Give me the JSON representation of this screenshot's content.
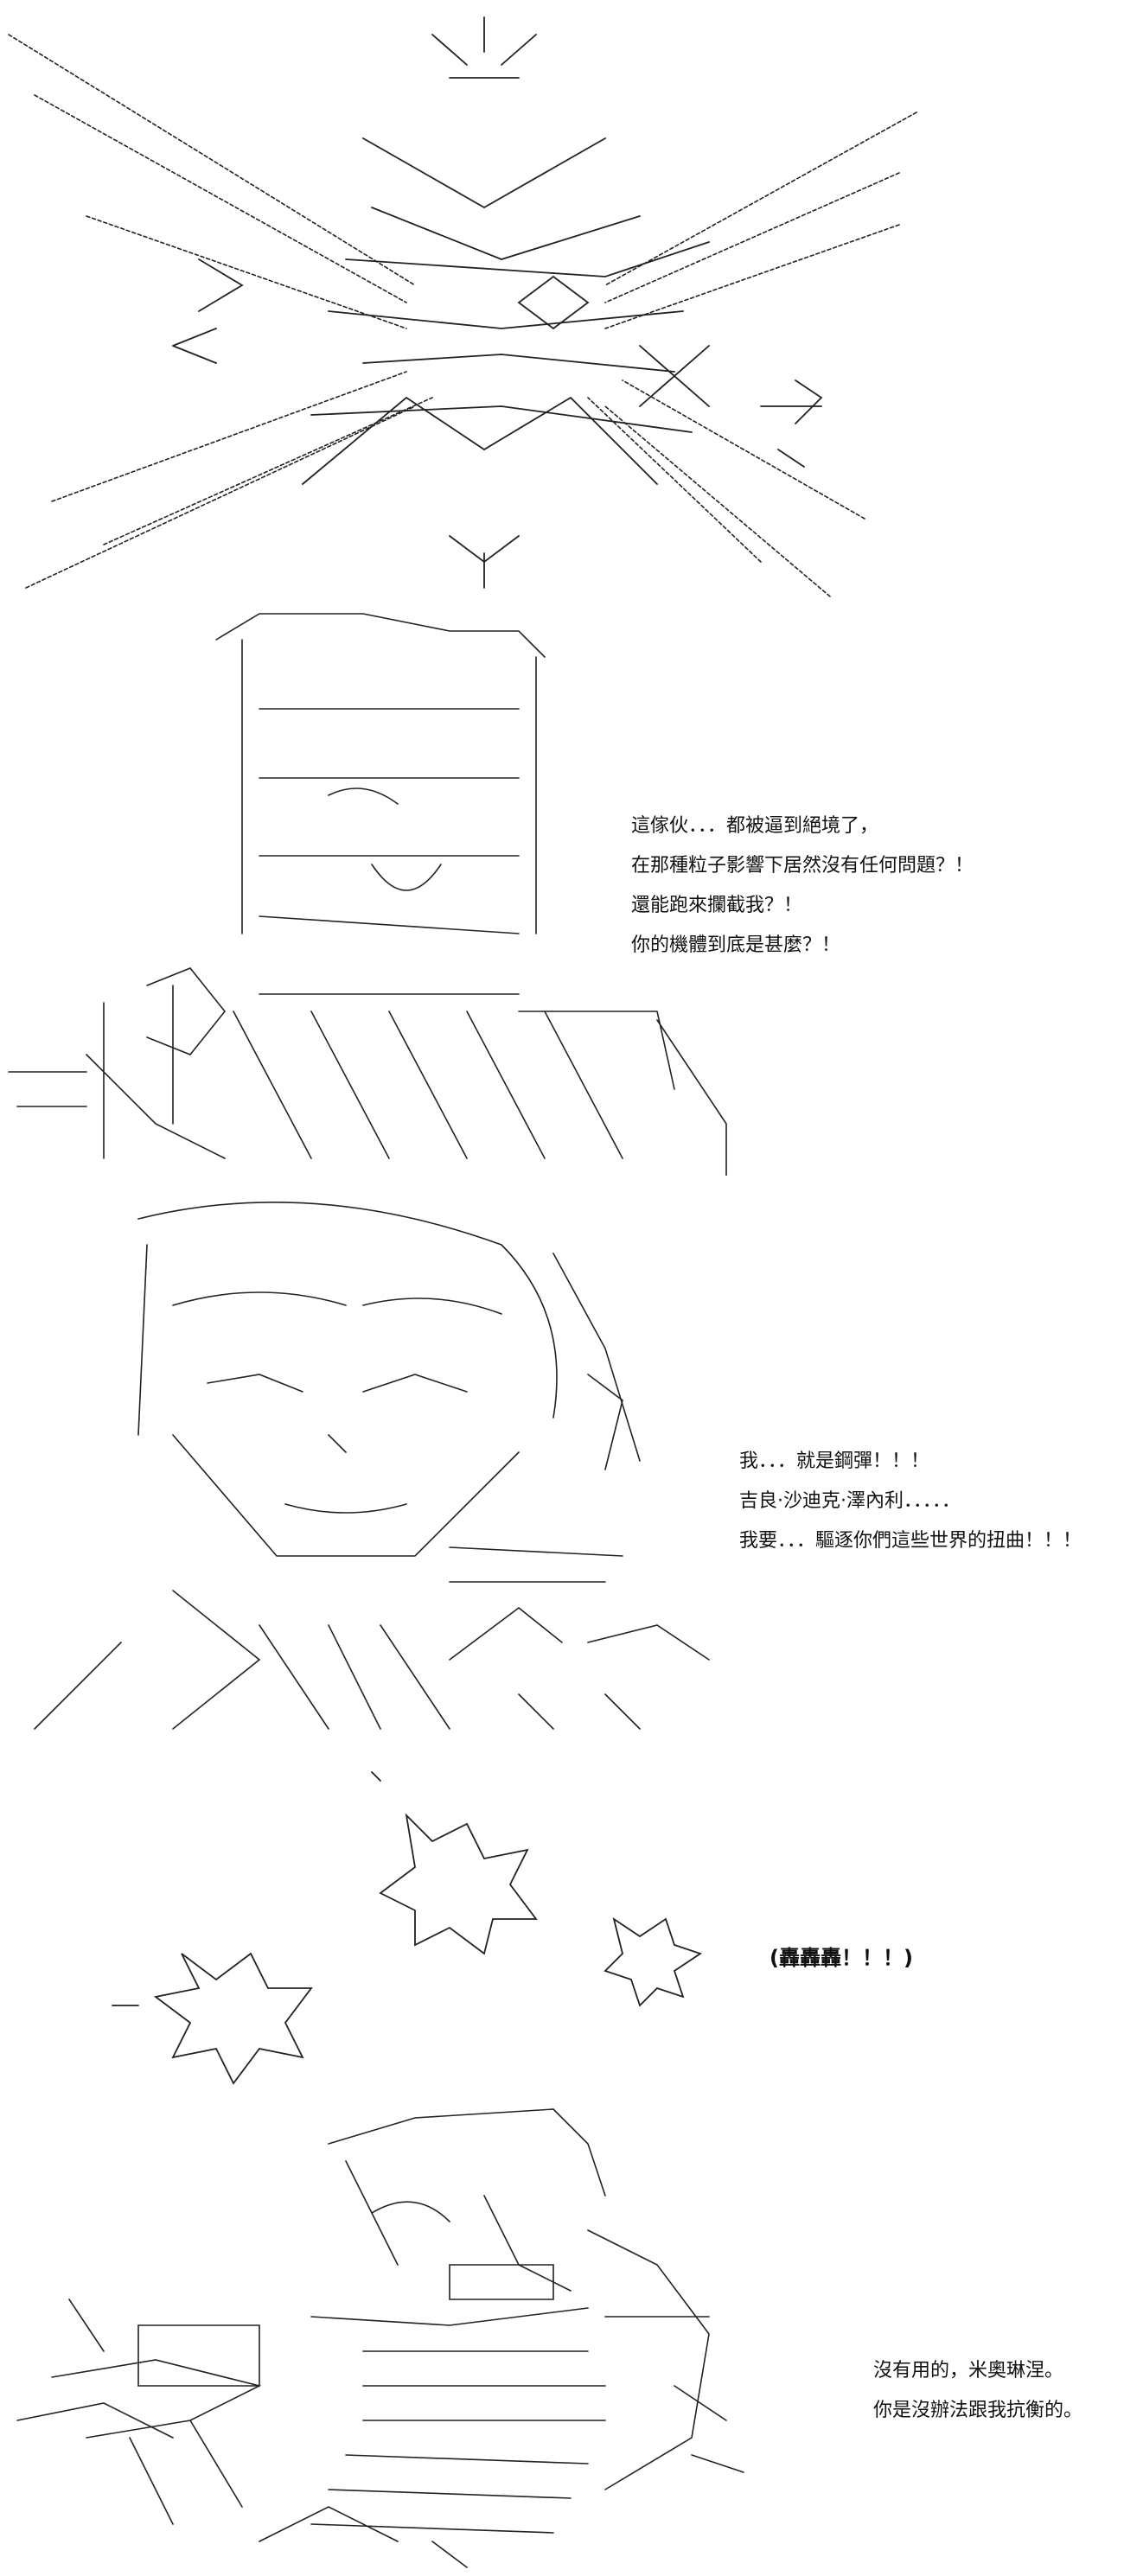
{
  "panels": [
    {
      "id": 1,
      "lines": []
    },
    {
      "id": 2,
      "lines": [
        "這傢伙．．．都被逼到絕境了，",
        "在那種粒子影響下居然沒有任何問題？！",
        "還能跑來攔截我？！",
        "你的機體到底是甚麼？！"
      ]
    },
    {
      "id": 3,
      "lines": [
        "我．．．就是鋼彈！！！",
        "吉良·沙迪克·澤內利．．．．．",
        "我要．．．驅逐你們這些世界的扭曲！！！"
      ]
    },
    {
      "id": 4,
      "sfx": "(轟轟轟！！！)"
    },
    {
      "id": 5,
      "lines": [
        "沒有用的，米奧琳涅。",
        "你是沒辦法跟我抗衡的。"
      ]
    }
  ],
  "colors": {
    "ink": "#111111",
    "art": "#222222",
    "background": "#ffffff"
  }
}
